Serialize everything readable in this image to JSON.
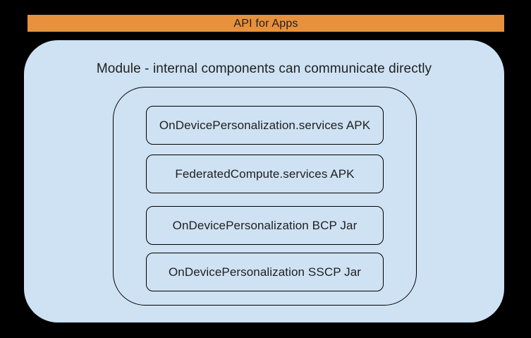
{
  "colors": {
    "background": "#000000",
    "banner_bg": "#E8913C",
    "module_bg": "#CFE2F3",
    "stroke": "#000000",
    "text": "#1F1F1F"
  },
  "banner": {
    "label": "API for Apps"
  },
  "module": {
    "title": "Module - internal components can communicate directly",
    "components": [
      {
        "label": "OnDevicePersonalization.services APK"
      },
      {
        "label": "FederatedCompute.services APK"
      },
      {
        "label": "OnDevicePersonalization BCP Jar"
      },
      {
        "label": "OnDevicePersonalization SSCP Jar"
      }
    ]
  }
}
